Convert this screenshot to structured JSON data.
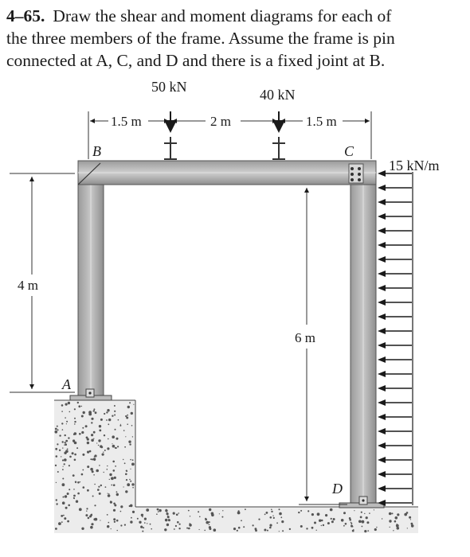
{
  "problem": {
    "number": "4–65.",
    "lines": [
      "Draw the shear and moment diagrams for each of",
      "the three members of the frame. Assume the frame is pin",
      "connected at A, C, and D and there is a fixed joint at B."
    ]
  },
  "figure": {
    "loads": {
      "p1": "50 kN",
      "p2": "40 kN",
      "distributed": "15 kN/m"
    },
    "dimensions": {
      "d1": "1.5 m",
      "d2": "2 m",
      "d3": "1.5 m",
      "height_left": "4 m",
      "height_right": "6 m"
    },
    "points": {
      "A": "A",
      "B": "B",
      "C": "C",
      "D": "D"
    }
  }
}
